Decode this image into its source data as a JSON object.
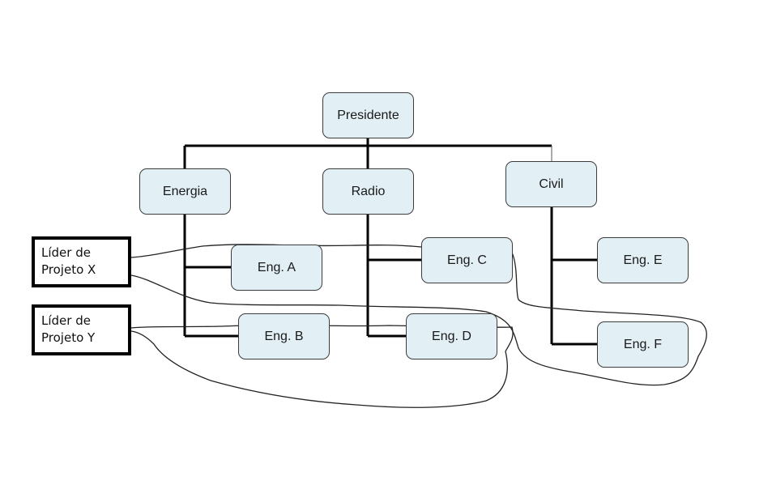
{
  "diagram": {
    "title": "Organograma matricial",
    "root": {
      "label": "Presidente"
    },
    "departments": [
      {
        "label": "Energia",
        "engineers": [
          "Eng. A",
          "Eng. B"
        ]
      },
      {
        "label": "Radio",
        "engineers": [
          "Eng. C",
          "Eng. D"
        ]
      },
      {
        "label": "Civil",
        "engineers": [
          "Eng. E",
          "Eng. F"
        ]
      }
    ],
    "project_leaders": [
      {
        "label_line1": "Líder de",
        "label_line2": "Projeto X",
        "members": [
          "Eng. A",
          "Eng. C",
          "Eng. F"
        ]
      },
      {
        "label_line1": "Líder de",
        "label_line2": "Projeto Y",
        "members": [
          "Eng. B",
          "Eng. D"
        ]
      }
    ],
    "colors": {
      "node_fill": "#e2eff5",
      "node_border": "#3c3c3c",
      "connector": "#000000",
      "freehand": "#222222"
    }
  }
}
